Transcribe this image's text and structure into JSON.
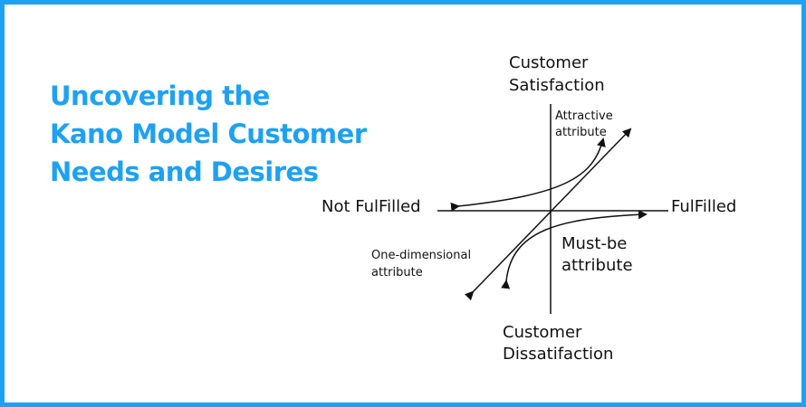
{
  "title_lines": [
    "Uncovering the",
    "Kano Model Customer",
    "Needs and Desires"
  ],
  "axes": {
    "top_line1": "Customer",
    "top_line2": "Satisfaction",
    "bottom_line1": "Customer",
    "bottom_line2": "Dissatifaction",
    "left": "Not FulFilled",
    "right": "FulFilled"
  },
  "curves": {
    "attractive_line1": "Attractive",
    "attractive_line2": "attribute",
    "one_dimensional_line1": "One-dimensional",
    "one_dimensional_line2": "attribute",
    "must_be_line1": "Must-be",
    "must_be_line2": "attribute"
  },
  "colors": {
    "accent": "#1ea1f2",
    "ink": "#111111",
    "background": "#ffffff"
  }
}
